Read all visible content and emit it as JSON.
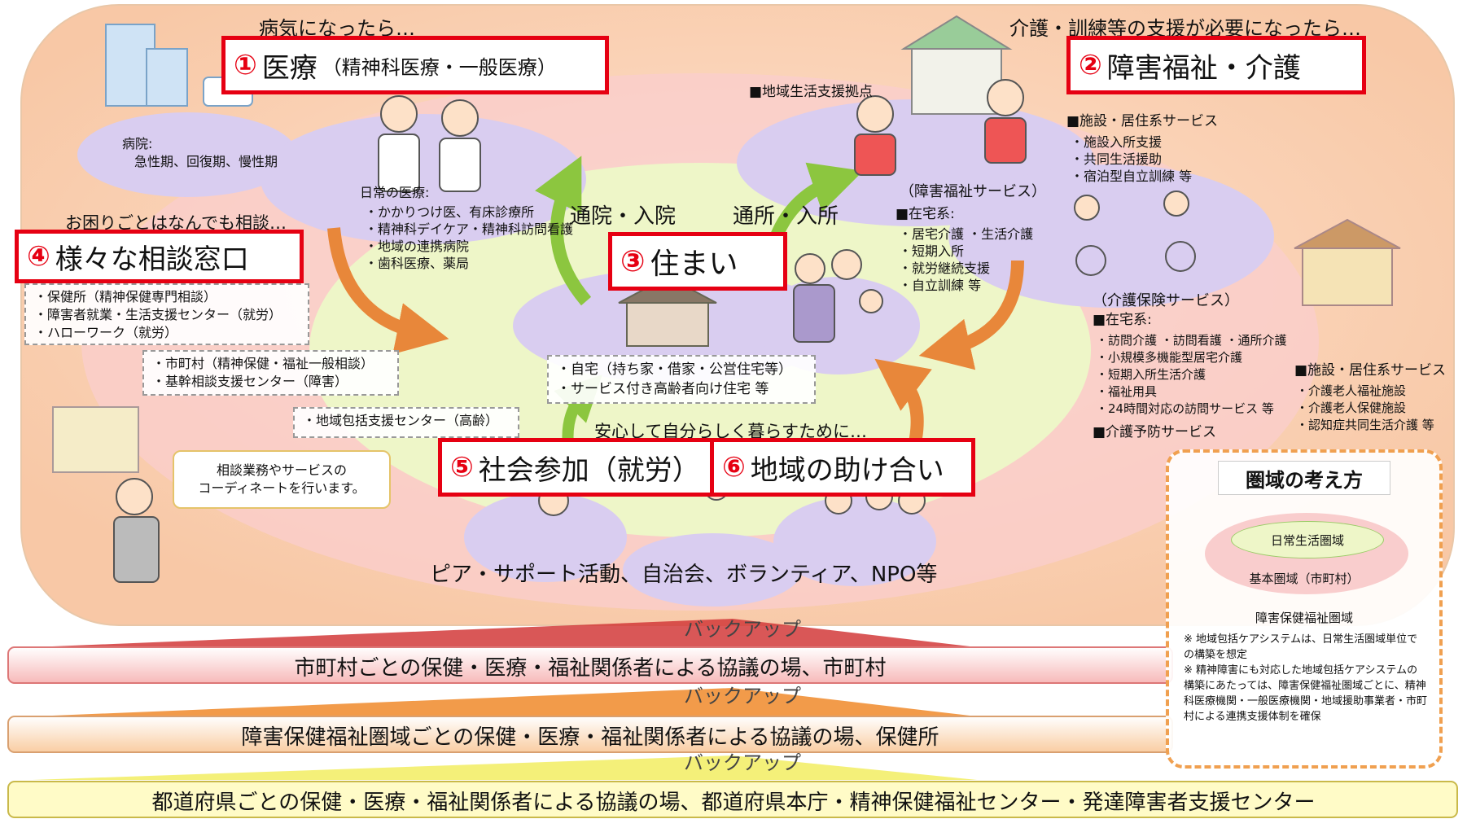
{
  "headings": {
    "sick": "病気になったら…",
    "care_needed": "介護・訓練等の支援が必要になったら…",
    "consult_any": "お困りごとはなんでも相談…",
    "live_self": "安心して自分らしく暮らすために…"
  },
  "boxes": {
    "medical": {
      "num": "①",
      "title": "医療",
      "sub": "（精神科医療・一般医療）"
    },
    "welfare": {
      "num": "②",
      "title": "障害福祉・介護"
    },
    "housing": {
      "num": "③",
      "title": "住まい"
    },
    "consult": {
      "num": "④",
      "title": "様々な相談窓口"
    },
    "social": {
      "num": "⑤",
      "title": "社会参加（就労）"
    },
    "community": {
      "num": "⑥",
      "title": "地域の助け合い"
    }
  },
  "hospital": {
    "title": "病院:",
    "text": "急性期、回復期、慢性期"
  },
  "daily_care": {
    "title": "日常の医療:",
    "items": [
      "・かかりつけ医、有床診療所",
      "・精神科デイケア・精神科訪問看護",
      "・地域の連携病院",
      "・歯科医療、薬局"
    ]
  },
  "arrows": {
    "hospital_visit": "通院・入院",
    "facility_visit": "通所・入所"
  },
  "hub_label": "■地域生活支援拠点",
  "disability_service_label": "（障害福祉サービス）",
  "disability_facility": {
    "title": "■施設・居住系サービス",
    "items": [
      "・施設入所支援",
      "・共同生活援助",
      "・宿泊型自立訓練 等"
    ]
  },
  "disability_home": {
    "title": "■在宅系:",
    "items": [
      "・居宅介護 ・生活介護",
      "・短期入所",
      "・就労継続支援",
      "・自立訓練 等"
    ]
  },
  "care_insurance": {
    "title": "（介護保険サービス）",
    "home_title": "■在宅系:",
    "home_items": [
      "・訪問介護 ・訪問看護 ・通所介護",
      "・小規模多機能型居宅介護",
      "・短期入所生活介護",
      "・福祉用具",
      "・24時間対応の訪問サービス 等"
    ],
    "prevention": "■介護予防サービス"
  },
  "care_facility": {
    "title": "■施設・居住系サービス",
    "items": [
      "・介護老人福祉施設",
      "・介護老人保健施設",
      "・認知症共同生活介護 等"
    ]
  },
  "consult_list1": [
    "・保健所（精神保健専門相談）",
    "・障害者就業・生活支援センター（就労）",
    "・ハローワーク（就労）"
  ],
  "consult_list2": [
    "・市町村（精神保健・福祉一般相談）",
    "・基幹相談支援センター（障害）"
  ],
  "consult_list3": [
    "・地域包括支援センター（高齢）"
  ],
  "coordinator": [
    "相談業務やサービスの",
    "コーディネートを行います。"
  ],
  "housing_list": [
    "・自宅（持ち家・借家・公営住宅等）",
    "・サービス付き高齢者向け住宅 等"
  ],
  "community_line": "ピア・サポート活動、自治会、ボランティア、NPO等",
  "backup": "バックアップ",
  "bands": {
    "municipal": "市町村ごとの保健・医療・福祉関係者による協議の場、市町村",
    "area": "障害保健福祉圏域ごとの保健・医療・福祉関係者による協議の場、保健所",
    "prefecture": "都道府県ごとの保健・医療・福祉関係者による協議の場、都道府県本庁・精神保健福祉センター・発達障害者支援センター"
  },
  "area_concept": {
    "title": "圏域の考え方",
    "daily": "日常生活圏域",
    "basic": "基本圏域（市町村）",
    "disability": "障害保健福祉圏域",
    "notes": [
      "※ 地域包括ケアシステムは、日常生活圏域単位での構築を想定",
      "※ 精神障害にも対応した地域包括ケアシステムの構築にあたっては、障害保健福祉圏域ごとに、精神科医療機関・一般医療機関・地域援助事業者・市町村による連携支援体制を確保"
    ]
  },
  "colors": {
    "red_box": "#e60012",
    "inner_green": "#eef6c8",
    "ellipse": "#d9cdf0",
    "orange_arrow": "#e8873a",
    "green_arrow": "#8cc63f",
    "band_yellow": "#fffbc7"
  }
}
